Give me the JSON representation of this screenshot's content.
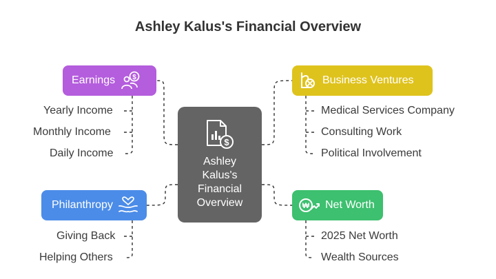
{
  "title": "Ashley Kalus's Financial Overview",
  "center": {
    "label": "Ashley\nKalus's\nFinancial\nOverview"
  },
  "branches": {
    "earnings": {
      "label": "Earnings",
      "color": "#b45ddd",
      "icon": "money-people-icon",
      "items": [
        "Yearly Income",
        "Monthly Income",
        "Daily Income"
      ]
    },
    "business": {
      "label": "Business Ventures",
      "color": "#dfc31d",
      "icon": "business-venture-icon",
      "items": [
        "Medical Services Company",
        "Consulting Work",
        "Political Involvement"
      ]
    },
    "philanthropy": {
      "label": "Philanthropy",
      "color": "#4b8ce8",
      "icon": "hands-heart-icon",
      "items": [
        "Giving Back",
        "Helping Others"
      ]
    },
    "networth": {
      "label": "Net Worth",
      "color": "#3dc06f",
      "icon": "coin-growth-icon",
      "items": [
        "2025 Net Worth",
        "Wealth Sources"
      ]
    }
  }
}
